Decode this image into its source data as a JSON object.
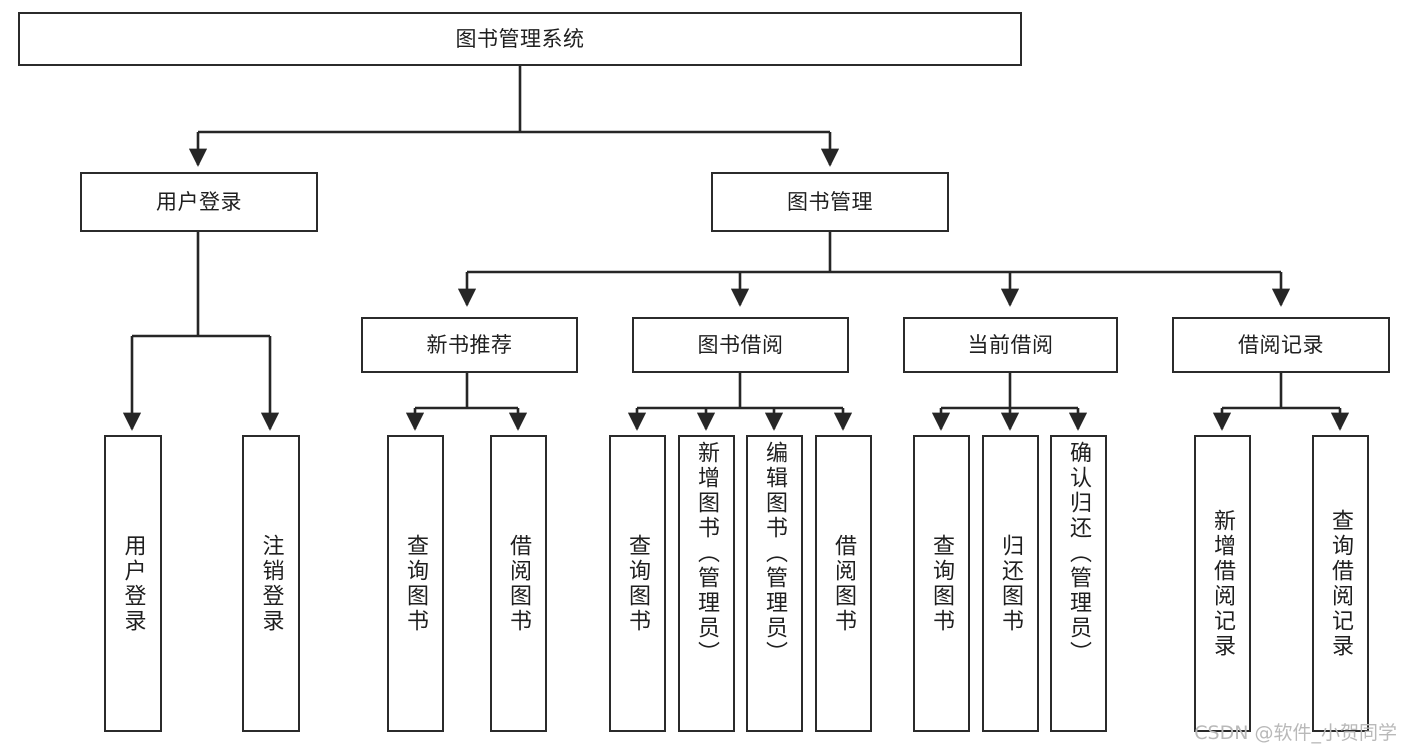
{
  "diagram": {
    "type": "tree-hierarchy",
    "title": "图书管理系统",
    "root": {
      "label": "图书管理系统"
    },
    "level2": [
      {
        "label": "用户登录"
      },
      {
        "label": "图书管理"
      }
    ],
    "level3": [
      {
        "label": "新书推荐"
      },
      {
        "label": "图书借阅"
      },
      {
        "label": "当前借阅"
      },
      {
        "label": "借阅记录"
      }
    ],
    "leaves": {
      "user_login": [
        {
          "label": "用户登录"
        },
        {
          "label": "注销登录"
        }
      ],
      "new_book_recommend": [
        {
          "label": "查询图书"
        },
        {
          "label": "借阅图书"
        }
      ],
      "book_borrow": [
        {
          "label": "查询图书"
        },
        {
          "label": "新增图书（管理员）"
        },
        {
          "label": "编辑图书（管理员）"
        },
        {
          "label": "借阅图书"
        }
      ],
      "current_borrow": [
        {
          "label": "查询图书"
        },
        {
          "label": "归还图书"
        },
        {
          "label": "确认归还（管理员）"
        }
      ],
      "borrow_record": [
        {
          "label": "新增借阅记录"
        },
        {
          "label": "查询借阅记录"
        }
      ]
    }
  },
  "watermark": {
    "text": "CSDN @软件_小贺同学"
  },
  "colors": {
    "background": "#ffffff",
    "border": "#2b2b2b",
    "text": "#1f1f1f",
    "edge": "#262626",
    "watermark": "#b9b9b9"
  }
}
